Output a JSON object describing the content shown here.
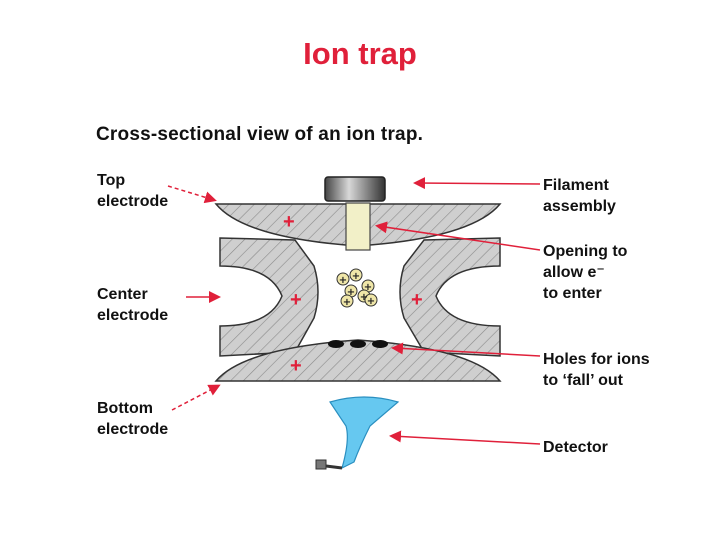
{
  "slide": {
    "title": "Ion trap",
    "subtitle": "Cross-sectional view of an ion trap."
  },
  "labels": {
    "top_electrode": [
      "Top",
      "electrode"
    ],
    "center_electrode": [
      "Center",
      "electrode"
    ],
    "bottom_electrode": [
      "Bottom",
      "electrode"
    ],
    "filament": [
      "Filament",
      "assembly"
    ],
    "opening": [
      "Opening to",
      "allow e⁻",
      "to enter"
    ],
    "holes": [
      "Holes for ions",
      "to ‘fall’ out"
    ],
    "detector": [
      "Detector"
    ]
  },
  "colors": {
    "title": "#e0203a",
    "arrow": "#e0203a",
    "electrode_fill": "#c9c9c9",
    "detector": "#66c8f0"
  }
}
